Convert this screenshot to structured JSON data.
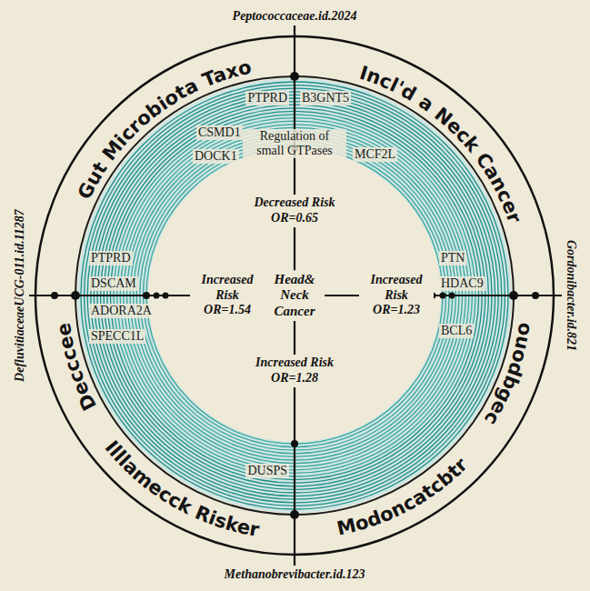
{
  "diagram": {
    "nodes": [
      {
        "text": [
          "Peptococcaceae.id.2024"
        ]
      },
      {
        "text": [
          "DefluvitiaceaeUCG-011.id.11287"
        ]
      },
      {
        "text": [
          "Head& Neck Cancer"
        ]
      },
      {
        "text": [
          "Gordonibacter.id.821"
        ]
      },
      {
        "text": [
          "Methanobrevibacter.id.123"
        ]
      }
    ],
    "edges": [
      {
        "from": 0,
        "to": 2,
        "arrow": "none",
        "label": "Decreased Risk OR=0.65"
      },
      {
        "from": 1,
        "to": 2,
        "arrow": "none",
        "label": "Increased Risk OR=1.54"
      },
      {
        "from": 3,
        "to": 2,
        "arrow": "none",
        "label": "Increased Risk OR=1.23"
      },
      {
        "from": 4,
        "to": 2,
        "arrow": "none",
        "label": "Increased Risk OR=1.28"
      }
    ],
    "labels": [
      "Gut Microbiota Taxo",
      "Incl'd a Neck Cancer",
      "ouodbgec",
      "Modoncatcbtr",
      "Illlamecck Risker",
      "Decccee",
      "PTPRD",
      "B3GNT5",
      "CSMD1",
      "DOCK1",
      "Regulation of small GTPases",
      "MCF2L",
      "PTPRD",
      "DSCAM",
      "ADORA2A",
      "SPECC1L",
      "PTN",
      "HDAC9",
      "BCL6",
      "DUSPS"
    ]
  }
}
